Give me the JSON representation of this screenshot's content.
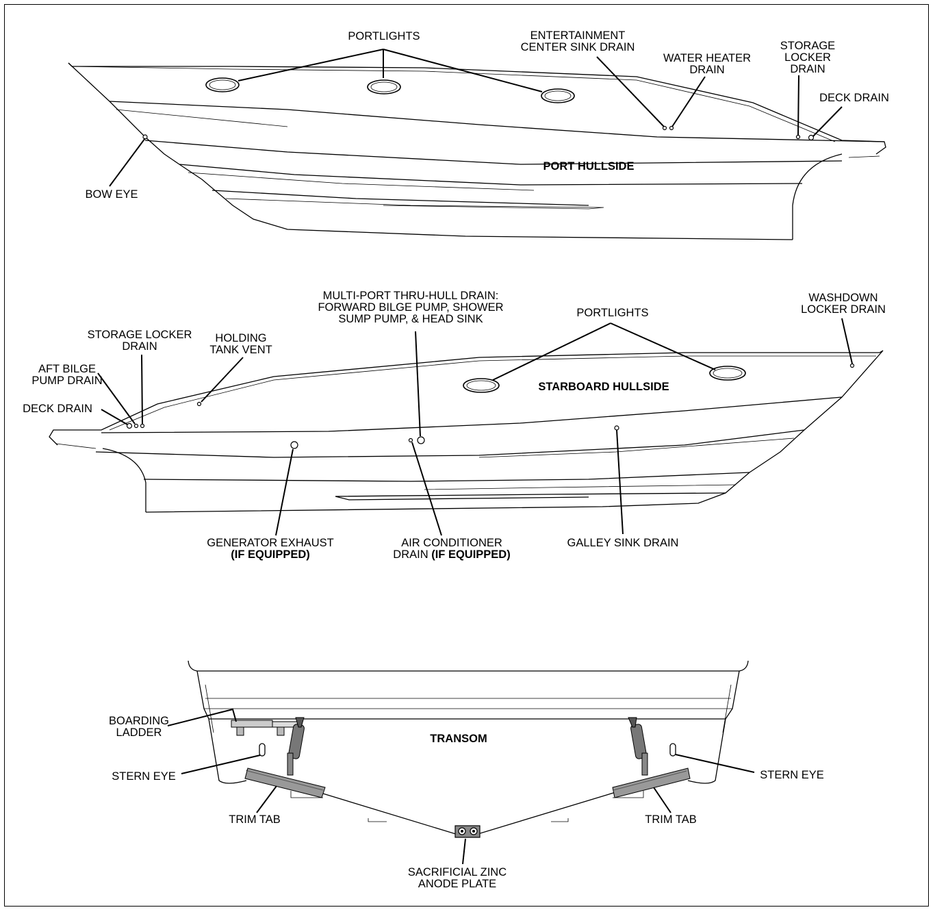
{
  "port_view": {
    "title": "PORT HULLSIDE",
    "labels": {
      "portlights": "PORTLIGHTS",
      "entertainment_1": "ENTERTAINMENT",
      "entertainment_2": "CENTER SINK DRAIN",
      "water_heater_1": "WATER HEATER",
      "water_heater_2": "DRAIN",
      "storage_1": "STORAGE",
      "storage_2": "LOCKER",
      "storage_3": "DRAIN",
      "deck_drain": "DECK DRAIN",
      "bow_eye": "BOW EYE"
    }
  },
  "starboard_view": {
    "title": "STARBOARD HULLSIDE",
    "labels": {
      "multiport_1": "MULTI-PORT THRU-HULL DRAIN:",
      "multiport_2": "FORWARD BILGE PUMP, SHOWER",
      "multiport_3": "SUMP PUMP, & HEAD SINK",
      "portlights": "PORTLIGHTS",
      "washdown_1": "WASHDOWN",
      "washdown_2": "LOCKER DRAIN",
      "storage_1": "STORAGE LOCKER",
      "storage_2": "DRAIN",
      "holding_1": "HOLDING",
      "holding_2": "TANK VENT",
      "aft_bilge_1": "AFT BILGE",
      "aft_bilge_2": "PUMP DRAIN",
      "deck_drain": "DECK DRAIN",
      "generator_1": "GENERATOR EXHAUST",
      "generator_2": "(IF EQUIPPED)",
      "aircon_1": "AIR CONDITIONER",
      "aircon_2a": "DRAIN ",
      "aircon_2b": "(IF EQUIPPED)",
      "galley": "GALLEY SINK DRAIN"
    }
  },
  "transom_view": {
    "title": "TRANSOM",
    "labels": {
      "boarding_1": "BOARDING",
      "boarding_2": "LADDER",
      "stern_eye_left": "STERN EYE",
      "stern_eye_right": "STERN EYE",
      "trim_tab_left": "TRIM TAB",
      "trim_tab_right": "TRIM TAB",
      "zinc_1": "SACRIFICIAL ZINC",
      "zinc_2": "ANODE PLATE"
    }
  }
}
